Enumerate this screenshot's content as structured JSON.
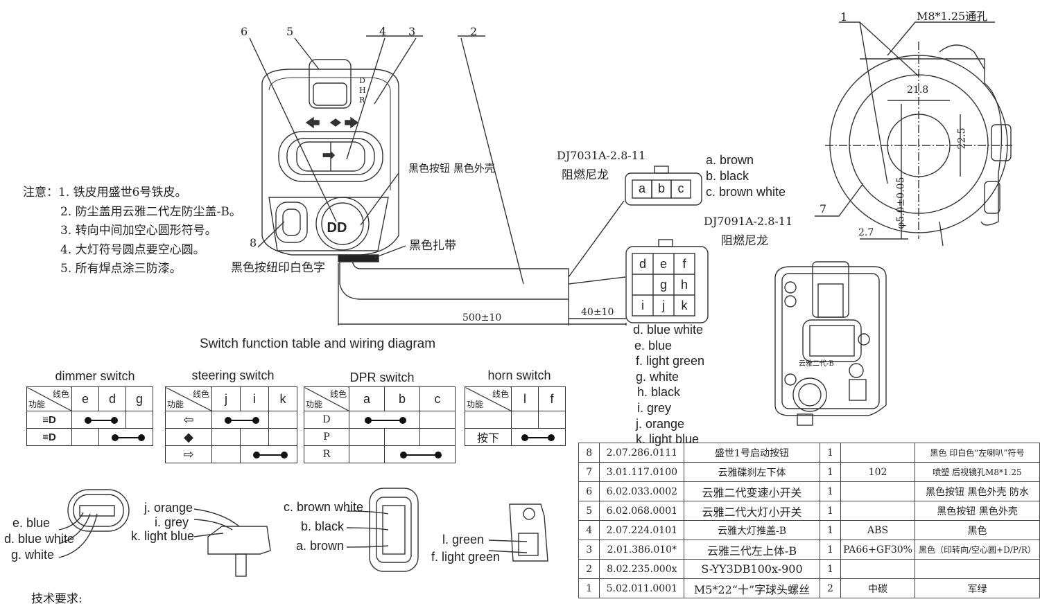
{
  "callout_numbers": [
    "6",
    "5",
    "4",
    "3",
    "2",
    "8",
    "1",
    "7"
  ],
  "switch_letters": {
    "dhr": [
      "D",
      "H",
      "R"
    ]
  },
  "connector_top": {
    "model": "DJ7031A-2.8-11",
    "material": "阻燃尼龙",
    "pins": [
      "a",
      "b",
      "c"
    ]
  },
  "connector_bottom": {
    "model": "DJ7091A-2.8-11",
    "material": "阻燃尼龙",
    "pins": [
      "d",
      "e",
      "f",
      "",
      "g",
      "h",
      "i",
      "j",
      "k"
    ]
  },
  "wire_legend_top": [
    "a. brown",
    "b. black",
    "c. brown white"
  ],
  "wire_legend_bottom": [
    "d. blue white",
    "e. blue",
    "f. light green",
    "g. white",
    "h. black",
    "i. grey",
    "j. orange",
    "k. light blue"
  ],
  "annotations": {
    "black_button_black_shell": "黑色按钮 黑色外壳",
    "black_tie": "黑色扎带",
    "black_button_white_print": "黑色按纽印白色字",
    "hole": "M8*1.25通孔",
    "dim_500": "500±10",
    "dim_40": "40±10",
    "dim_21_8": "21.8",
    "dim_22_5": "22.5",
    "dim_phi": "φ5.0±0.05",
    "dim_2_7": "2.7"
  },
  "notes": {
    "title": "注意：",
    "items": [
      "1. 铁皮用盛世6号铁皮。",
      "2. 防尘盖用云雅二代左防尘盖-B。",
      "3. 转向中间加空心圆形符号。",
      "4. 大灯符号圆点要空心圆。",
      "5. 所有焊点涂三防漆。"
    ]
  },
  "section_title": "Switch function table and wiring diagram",
  "tables": {
    "header_func": "功能",
    "header_wire": "线色",
    "dimmer": {
      "title": "dimmer switch",
      "cols": [
        "e",
        "d",
        "g"
      ]
    },
    "steering": {
      "title": "steering switch",
      "cols": [
        "j",
        "i",
        "k"
      ]
    },
    "dpr": {
      "title": "DPR switch",
      "cols": [
        "a",
        "b",
        "c"
      ],
      "rows": [
        "D",
        "P",
        "R"
      ]
    },
    "horn": {
      "title": "horn switch",
      "cols": [
        "l",
        "f"
      ],
      "rows": [
        "按下"
      ]
    }
  },
  "wiring_labels": {
    "plug1": [
      "e. blue",
      "d. blue white",
      "g. white"
    ],
    "plug2": [
      "j. orange",
      "i. grey",
      "k. light blue"
    ],
    "plug3": [
      "c. brown white",
      "b. black",
      "a. brown"
    ],
    "plug4": [
      "l. green",
      "f. light green"
    ]
  },
  "board_text": "云雅二代-B",
  "tech_req": "技术要求:",
  "parts": [
    [
      "8",
      "2.07.286.0111",
      "盛世1号启动按钮",
      "1",
      "",
      "黑色 印白色“左喇叭”符号"
    ],
    [
      "7",
      "3.01.117.0100",
      "云雅碟刹左下体",
      "1",
      "102",
      "喷塑 后视镜孔M8*1.25"
    ],
    [
      "6",
      "6.02.033.0002",
      "云雅二代变速小开关",
      "1",
      "",
      "黑色按钮 黑色外壳 防水"
    ],
    [
      "5",
      "6.02.068.0001",
      "云雅二代大灯小开关",
      "1",
      "",
      "黑色按钮 黑色外壳"
    ],
    [
      "4",
      "2.07.224.0101",
      "云雅大灯推盖-B",
      "1",
      "ABS",
      "黑色"
    ],
    [
      "3",
      "2.01.386.010*",
      "云雅三代左上体-B",
      "1",
      "PA66+GF30%",
      "黑色（印转向/空心圆+D/P/R）"
    ],
    [
      "2",
      "8.02.235.000x",
      "S-YY3DB100x-900",
      "1",
      "",
      ""
    ],
    [
      "1",
      "5.02.011.0001",
      "M5*22“十”字球头螺丝",
      "2",
      "中碳",
      "军绿"
    ]
  ]
}
